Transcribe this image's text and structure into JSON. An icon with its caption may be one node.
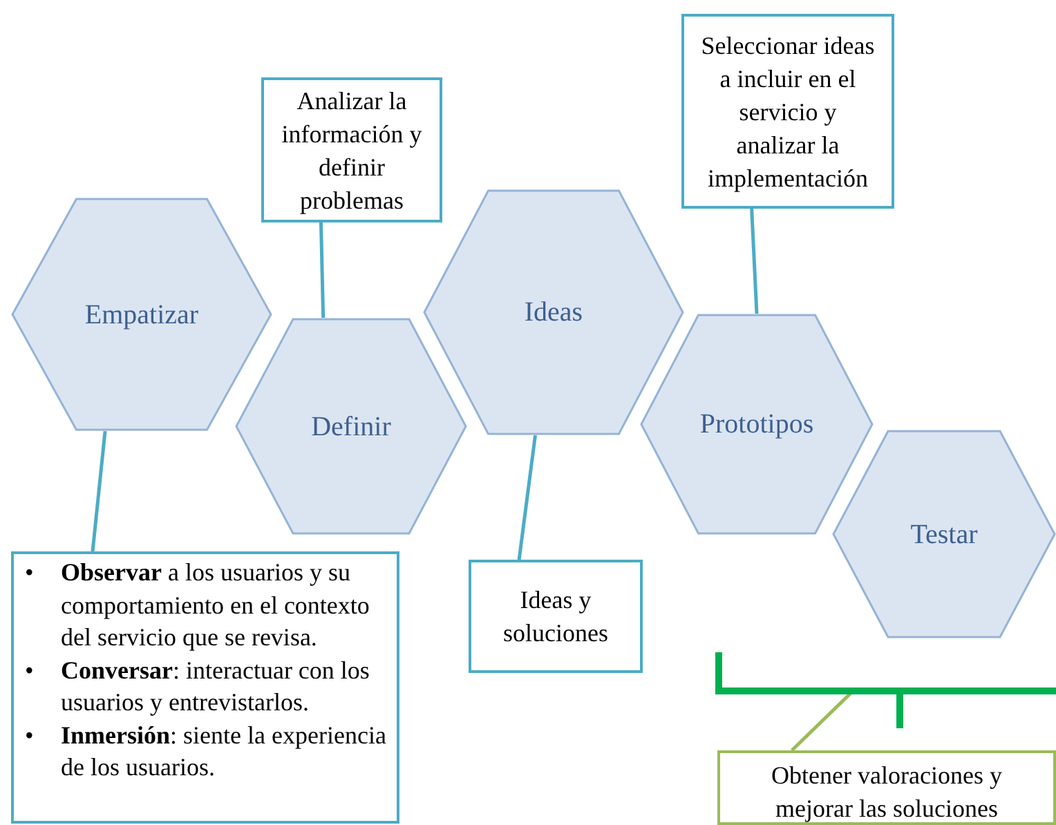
{
  "diagram": {
    "nodes": [
      {
        "text": [
          "Empatizar"
        ]
      },
      {
        "text": [
          "Definir"
        ]
      },
      {
        "text": [
          "Ideas"
        ]
      },
      {
        "text": [
          "Prototipos"
        ]
      },
      {
        "text": [
          "Testar"
        ]
      },
      {
        "text": [
          "Analizar la información y definir problemas"
        ]
      },
      {
        "text": [
          "Seleccionar ideas a incluir en el servicio y analizar la implementación"
        ]
      },
      {
        "text": [
          "**Observar** a los usuarios y su comportamiento en el contexto del servicio que se revisa.",
          "**Conversar**: interactuar con los usuarios y entrevistarlos.",
          "**Inmersión**: siente la experiencia de los usuarios."
        ]
      },
      {
        "text": [
          "Ideas y soluciones"
        ]
      },
      {
        "text": [
          "Obtener valoraciones y mejorar las soluciones"
        ]
      },
      {
        "text": [],
        "shape": "bracket"
      }
    ],
    "edges": [
      {
        "from": 0,
        "to": 7,
        "arrow": "none"
      },
      {
        "from": 5,
        "to": 1,
        "arrow": "none"
      },
      {
        "from": 2,
        "to": 8,
        "arrow": "none"
      },
      {
        "from": 6,
        "to": 3,
        "arrow": "none"
      },
      {
        "from": 9,
        "to": 10,
        "arrow": "none",
        "color": "#9bbb59"
      }
    ],
    "labels": [
      "•",
      "•",
      "•"
    ]
  }
}
